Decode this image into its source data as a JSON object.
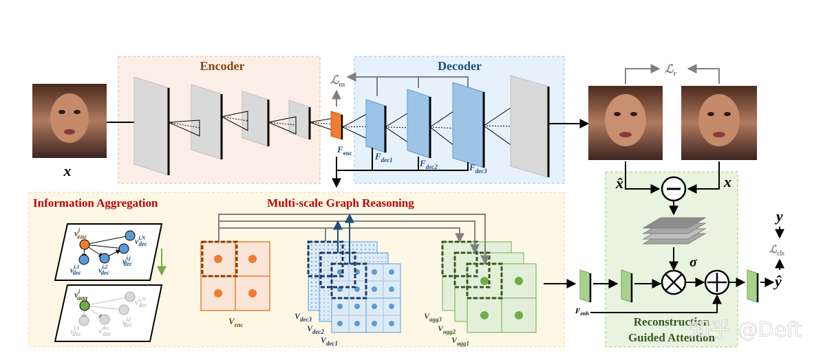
{
  "encoder": {
    "title": "Encoder",
    "feature": "F",
    "feature_sub": "enc"
  },
  "decoder": {
    "title": "Decoder",
    "features": [
      {
        "sym": "F",
        "sub": "dec1"
      },
      {
        "sym": "F",
        "sub": "dec2"
      },
      {
        "sym": "F",
        "sub": "dec3"
      }
    ]
  },
  "losses": {
    "mask": {
      "sym": "ℒ",
      "sub": "m"
    },
    "recon": {
      "sym": "ℒ",
      "sub": "r"
    },
    "cls": {
      "sym": "ℒ",
      "sub": "cls"
    }
  },
  "inputs": {
    "x": "x",
    "xhat": "x̂",
    "x_right": "x"
  },
  "info_agg": {
    "title": "Information Aggregation",
    "top_graph": {
      "center": {
        "sym": "v",
        "sup": "i",
        "sub": "enc"
      },
      "nodes": [
        {
          "sym": "v",
          "sup": "i,N",
          "sub": "dec"
        },
        {
          "sym": "v",
          "sup": "i,j",
          "sub": "dec"
        },
        {
          "sym": "v",
          "sup": "i,1",
          "sub": "dec"
        },
        {
          "sym": "v",
          "sup": "i,2",
          "sub": "dec"
        }
      ]
    },
    "bottom_graph": {
      "center": {
        "sym": "v",
        "sup": "i",
        "sub": "agg"
      },
      "nodes": [
        {
          "sym": "v",
          "sup": "i,N",
          "sub": "dec"
        },
        {
          "sym": "v",
          "sup": "i,j",
          "sub": "dec"
        },
        {
          "sym": "v",
          "sup": "i,1",
          "sub": "dec"
        },
        {
          "sym": "v",
          "sup": "i,2",
          "sub": "dec"
        }
      ]
    }
  },
  "msgr": {
    "title": "Multi-scale Graph Reasoning",
    "venc": {
      "sym": "V",
      "sub": "enc"
    },
    "vdec": [
      {
        "sym": "V",
        "sub": "dec3"
      },
      {
        "sym": "V",
        "sub": "dec2"
      },
      {
        "sym": "V",
        "sub": "dec1"
      }
    ],
    "vagg": [
      {
        "sym": "V",
        "sub": "agg3"
      },
      {
        "sym": "V",
        "sub": "agg2"
      },
      {
        "sym": "V",
        "sub": "agg1"
      }
    ]
  },
  "rga": {
    "title_line1": "Reconstruction",
    "title_line2": "Guided Attention",
    "sigma": "σ",
    "minus": "−",
    "times": "⊗",
    "plus": "⊕",
    "fenh": {
      "sym": "F",
      "sub": "enh"
    },
    "y": "y",
    "yhat": "ŷ"
  },
  "watermark": "知乎 @Deft",
  "colors": {
    "encoder_bg": "#fbeee6",
    "encoder_border": "#f2b899",
    "decoder_bg": "#e6f1fb",
    "decoder_border": "#9cc4ea",
    "bottom_bg": "#fdf8e6",
    "bottom_border": "#f0d890",
    "rga_bg": "#e8f3e0",
    "rga_border": "#9ccc80",
    "title_red": "#c00000",
    "title_brown": "#8b4513",
    "title_blue": "#1f4e79",
    "orange": "#ed7d31",
    "blue": "#5b9bd5",
    "green": "#70ad47"
  }
}
